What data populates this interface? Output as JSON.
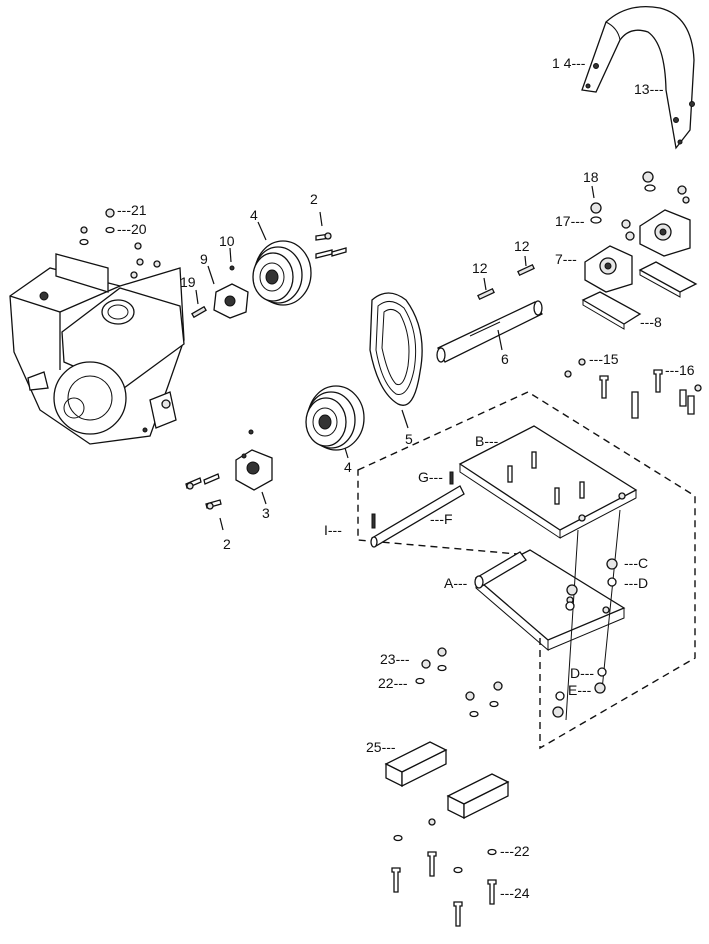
{
  "diagram": {
    "callouts": [
      {
        "id": "14",
        "text": "1 4---"
      },
      {
        "id": "13",
        "text": "13---"
      },
      {
        "id": "18",
        "text": "18"
      },
      {
        "id": "17",
        "text": "17---"
      },
      {
        "id": "7",
        "text": "7---"
      },
      {
        "id": "8",
        "text": "---8"
      },
      {
        "id": "21",
        "text": "---21"
      },
      {
        "id": "20",
        "text": "---20"
      },
      {
        "id": "2a",
        "text": "2"
      },
      {
        "id": "4a",
        "text": "4"
      },
      {
        "id": "10",
        "text": "10"
      },
      {
        "id": "9",
        "text": "9"
      },
      {
        "id": "19",
        "text": "19"
      },
      {
        "id": "12a",
        "text": "12"
      },
      {
        "id": "12b",
        "text": "12"
      },
      {
        "id": "6",
        "text": "6"
      },
      {
        "id": "15",
        "text": "---15"
      },
      {
        "id": "16",
        "text": "---16"
      },
      {
        "id": "5",
        "text": "5"
      },
      {
        "id": "4b",
        "text": "4"
      },
      {
        "id": "B",
        "text": "B---"
      },
      {
        "id": "G",
        "text": "G---"
      },
      {
        "id": "3",
        "text": "3"
      },
      {
        "id": "2b",
        "text": "2"
      },
      {
        "id": "I",
        "text": "I---"
      },
      {
        "id": "F",
        "text": "---F"
      },
      {
        "id": "C",
        "text": "---C"
      },
      {
        "id": "A",
        "text": "A---"
      },
      {
        "id": "D1",
        "text": "---D"
      },
      {
        "id": "23",
        "text": "23---"
      },
      {
        "id": "22a",
        "text": "22---"
      },
      {
        "id": "D2",
        "text": "D---"
      },
      {
        "id": "E",
        "text": "E---"
      },
      {
        "id": "25",
        "text": "25---"
      },
      {
        "id": "22b",
        "text": "---22"
      },
      {
        "id": "24",
        "text": "---24"
      }
    ]
  }
}
